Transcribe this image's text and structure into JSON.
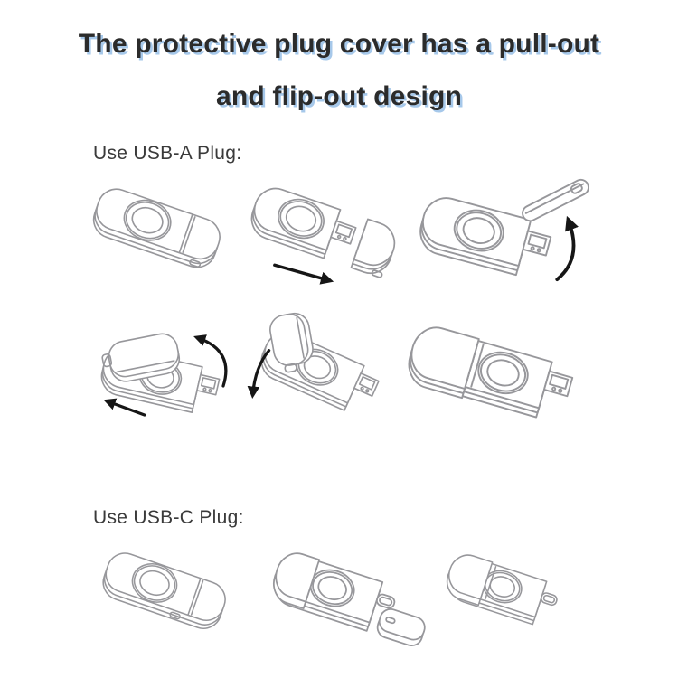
{
  "title": {
    "line1": "The protective plug cover has a pull-out",
    "line2": "and flip-out design",
    "text_color": "#2b2b2b",
    "shadow_color": "#a6c8ea"
  },
  "sections": [
    {
      "id": "usb-a",
      "label": "Use USB-A Plug:",
      "steps": [
        "device-closed",
        "cover-pull-out",
        "cover-flip-up",
        "cover-folded-over",
        "cover-fold-down",
        "usb-a-plug-ready"
      ]
    },
    {
      "id": "usb-c",
      "label": "Use USB-C Plug:",
      "steps": [
        "device-closed",
        "usb-c-cap-removed",
        "usb-c-plug-ready"
      ]
    }
  ],
  "icons": {
    "pull_arrow": "straight-direction-arrow",
    "flip_arrow": "curved-rotation-arrow"
  },
  "colors": {
    "background": "#ffffff",
    "line_art": "#97979b",
    "arrow": "#161616",
    "label_text": "#3a3a3a"
  }
}
